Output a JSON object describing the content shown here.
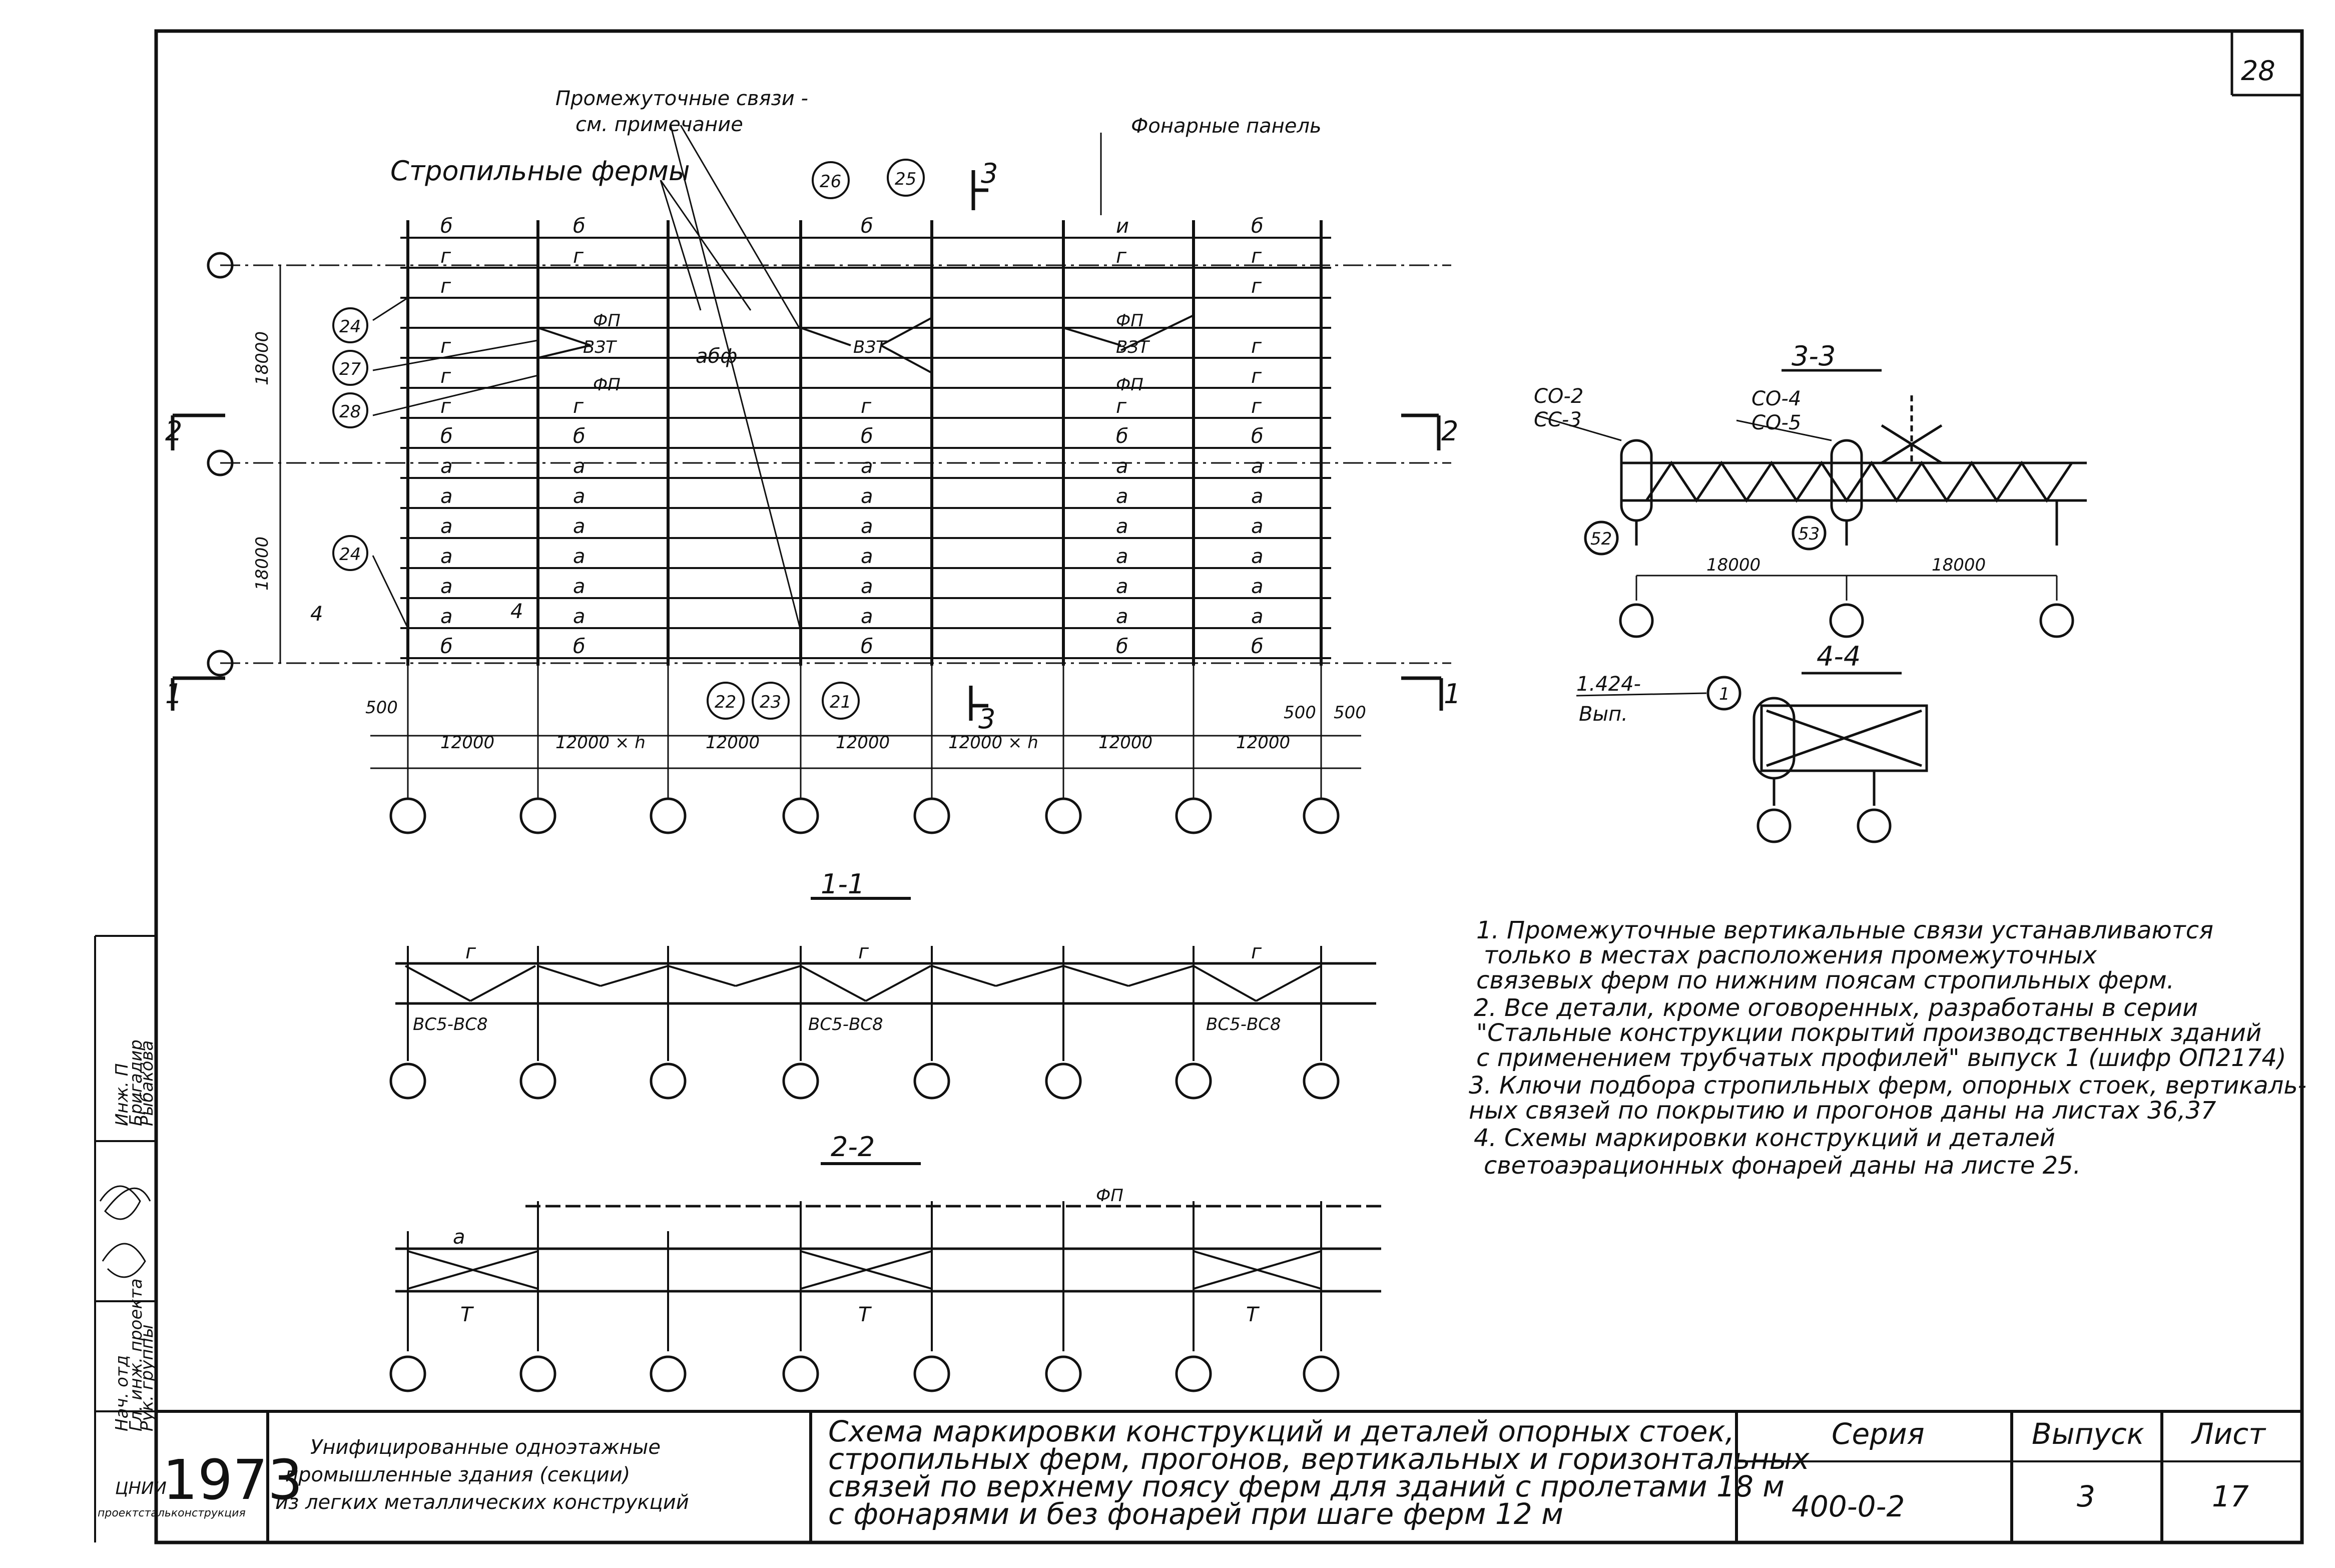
{
  "sheet": {
    "corner_mark": "28",
    "series_header": "Серия",
    "series_value": "400-0-2",
    "issue_header": "Выпуск",
    "issue_value": "3",
    "sheet_header": "Лист",
    "sheet_value": "17",
    "year": "1973",
    "org_title_lines": [
      "Унифицированные одноэтажные",
      "промышленные здания (секции)",
      "из легких металлических конструкций"
    ],
    "drawing_title_lines": [
      "Схема маркировки конструкций и деталей опорных стоек,",
      "стропильных ферм, прогонов, вертикальных и горизонтальных",
      "связей по верхнему поясу ферм для зданий с пролетами 18 м",
      "с фонарями и без фонарей при шаге ферм 12 м"
    ],
    "side_stamp_lines": [
      "Нач. отд",
      "Гл. инж. проекта",
      "Рук. группы",
      "ЦНИИ",
      "проектстальконструкция",
      "Инж. П",
      "Бригадир",
      "Рыбакова"
    ]
  },
  "plan": {
    "callout_intermediate_title": "Промежуточные связи -",
    "callout_intermediate_sub": "см. примечание",
    "callout_lantern": "Фонарные панель",
    "callout_trusses": "Стропильные фермы",
    "dim_18000_top": "18000",
    "dim_18000_bottom": "18000",
    "bubbles": [
      "24",
      "27",
      "28",
      "24",
      "26",
      "25",
      "22",
      "23",
      "21"
    ],
    "section_marks": [
      "3",
      "3",
      "2",
      "2",
      "1",
      "1",
      "4",
      "4"
    ],
    "bay_labels": [
      "12000",
      "12000 × h",
      "12000",
      "12000",
      "12000 × h",
      "12000",
      "12000"
    ],
    "edge_dims": [
      "500",
      "500",
      "500"
    ],
    "marks_fp": "ФП",
    "marks_vst": "ВЗТ",
    "marks_abf": "абф"
  },
  "section33": {
    "title": "3-3",
    "label_a1": "СО-2",
    "label_a2": "СС-3",
    "label_b1": "СО-4",
    "label_b2": "СО-5",
    "bubble_1": "52",
    "bubble_2": "53",
    "dim_1": "18000",
    "dim_2": "18000"
  },
  "section44": {
    "title": "4-4",
    "ref_line1": "1.424-",
    "ref_line2": "Вып.",
    "bubble": "1"
  },
  "section11": {
    "title": "1-1",
    "mark_g": "г",
    "brace_label": "ВС5-ВС8"
  },
  "section22": {
    "title": "2-2",
    "mark_a": "а",
    "mark_t": "Т",
    "mark_fp": "ФП"
  },
  "notes": [
    "1. Промежуточные вертикальные связи устанавливаются",
    "только в местах расположения промежуточных",
    "связевых ферм по нижним поясам стропильных ферм.",
    "2. Все детали, кроме оговоренных, разработаны в серии",
    "\"Стальные конструкции покрытий производственных зданий",
    "с применением трубчатых профилей\" выпуск 1 (шифр ОП2174)",
    "3. Ключи подбора стропильных ферм, опорных стоек, вертикаль-",
    "ных связей по покрытию и прогонов даны на листах 36,37",
    "4. Схемы маркировки конструкций и деталей",
    "светоаэрационных фонарей даны на листе 25."
  ]
}
